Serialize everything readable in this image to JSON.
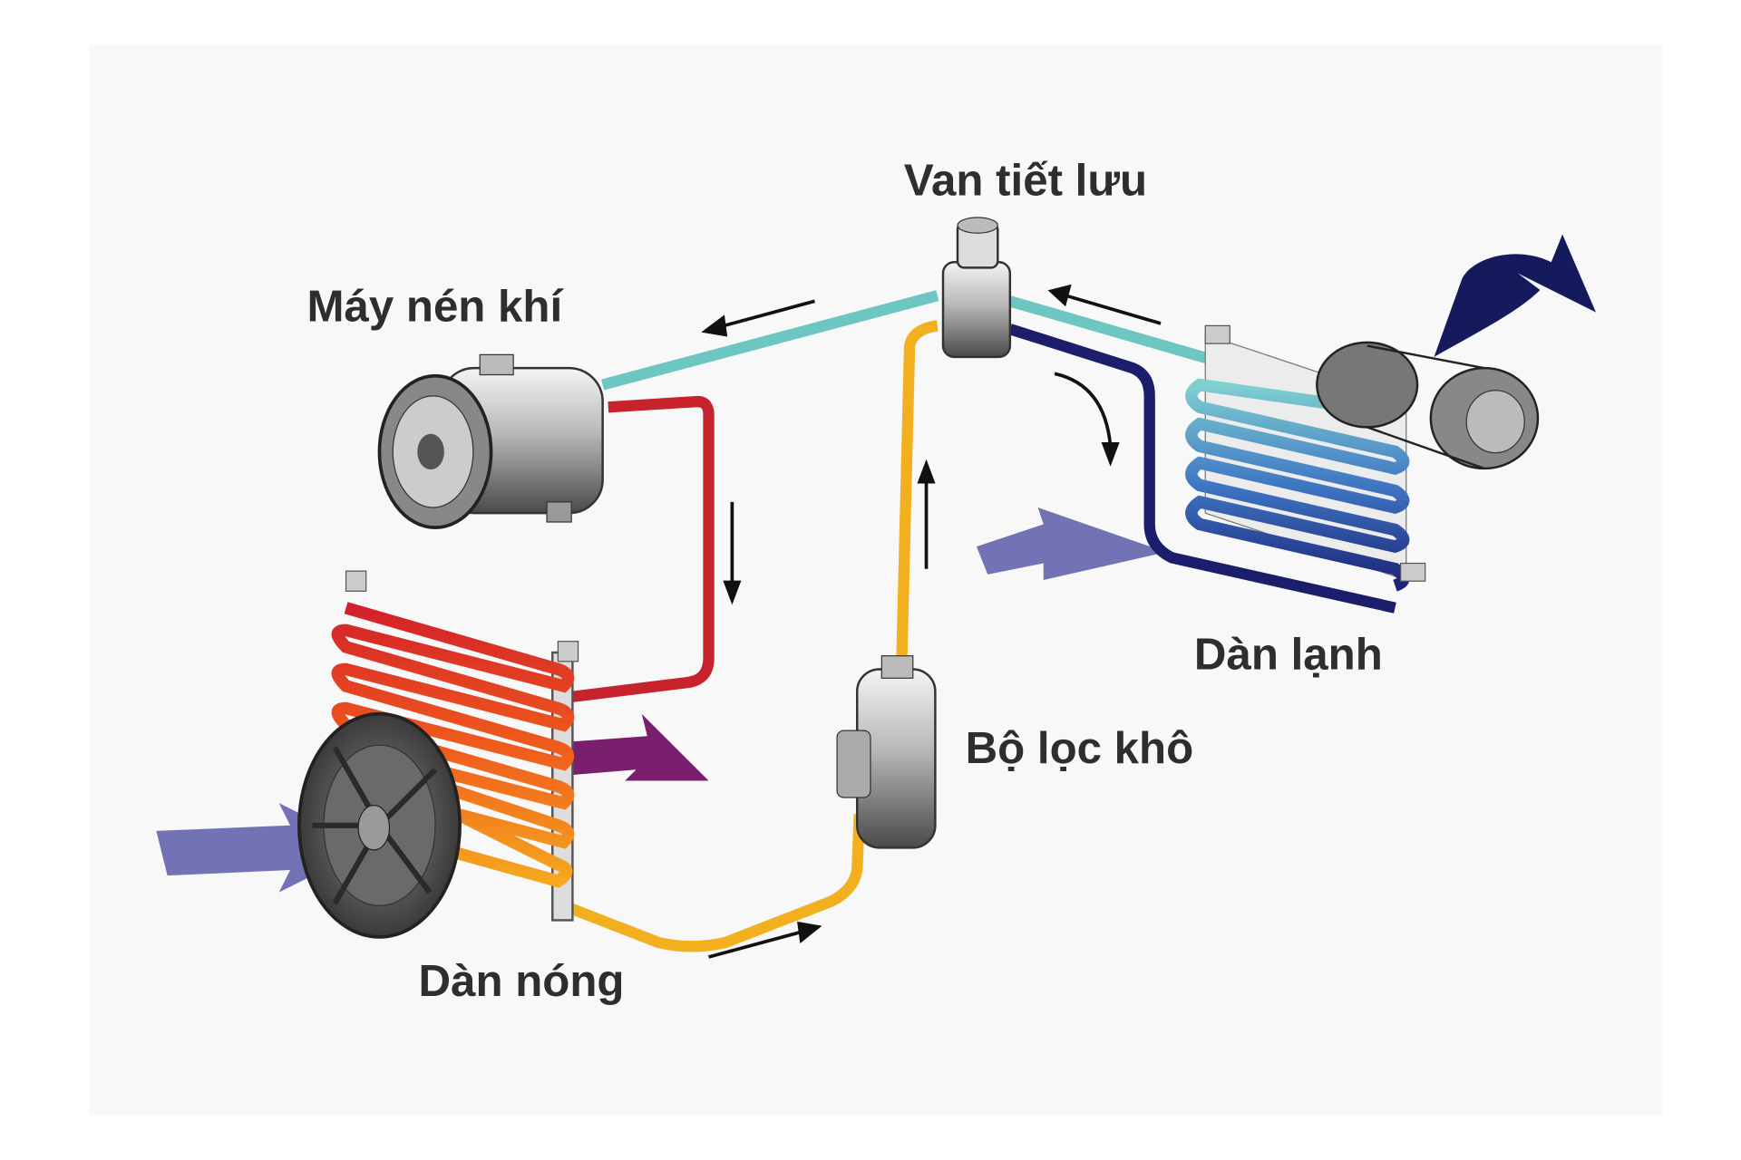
{
  "labels": {
    "expansion_valve": "Van tiết lưu",
    "compressor": "Máy nén khí",
    "evaporator": "Dàn lạnh",
    "receiver_drier": "Bộ lọc khô",
    "condenser": "Dàn nóng"
  },
  "colors": {
    "low_pressure_gas": "#6cc6c2",
    "high_pressure_gas": "#c8232c",
    "high_pressure_liquid": "#f2b01e",
    "low_pressure_liquid": "#1b1f6b",
    "air_in": "#5a5aa8",
    "air_hot_out": "#7a1f6e",
    "air_cold_out": "#141a5c"
  }
}
